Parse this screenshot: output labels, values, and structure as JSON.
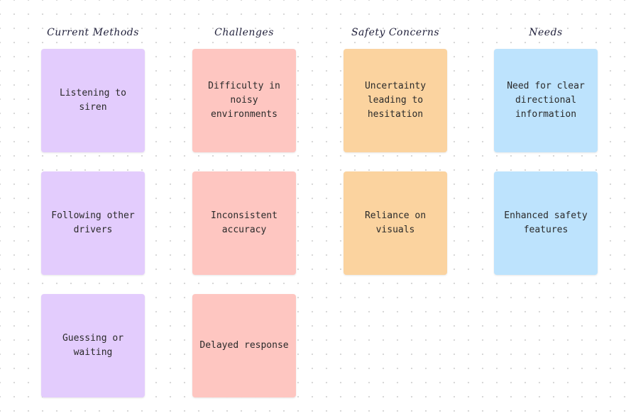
{
  "board": {
    "columns": [
      {
        "header": "Current Methods",
        "color": "#e3ccfd",
        "notes": [
          "Listening to siren",
          "Following other drivers",
          "Guessing or waiting"
        ]
      },
      {
        "header": "Challenges",
        "color": "#fec6c1",
        "notes": [
          "Difficulty in noisy environments",
          "Inconsistent accuracy",
          "Delayed response"
        ]
      },
      {
        "header": "Safety Concerns",
        "color": "#fbd39f",
        "notes": [
          "Uncertainty leading to hesitation",
          "Reliance on visuals"
        ]
      },
      {
        "header": "Needs",
        "color": "#bde3fd",
        "notes": [
          "Need for clear directional information",
          "Enhanced safety features"
        ]
      }
    ]
  }
}
